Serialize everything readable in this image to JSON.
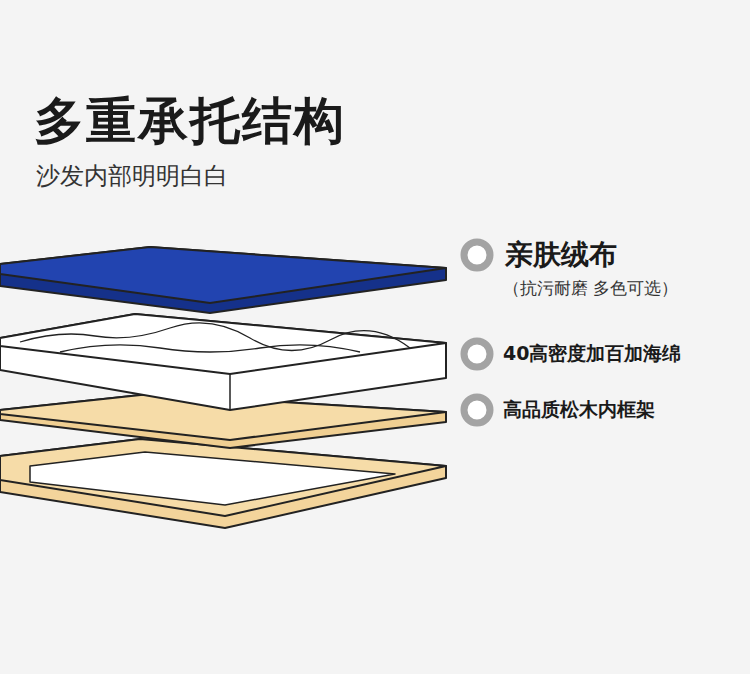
{
  "diagram": {
    "title": "多重承托结构",
    "labels": [
      "沙发内部明明白白",
      "亲肤绒布",
      "（抗污耐磨 多色可选）",
      "40高密度加百加海绵",
      "高品质松木内框架"
    ]
  }
}
